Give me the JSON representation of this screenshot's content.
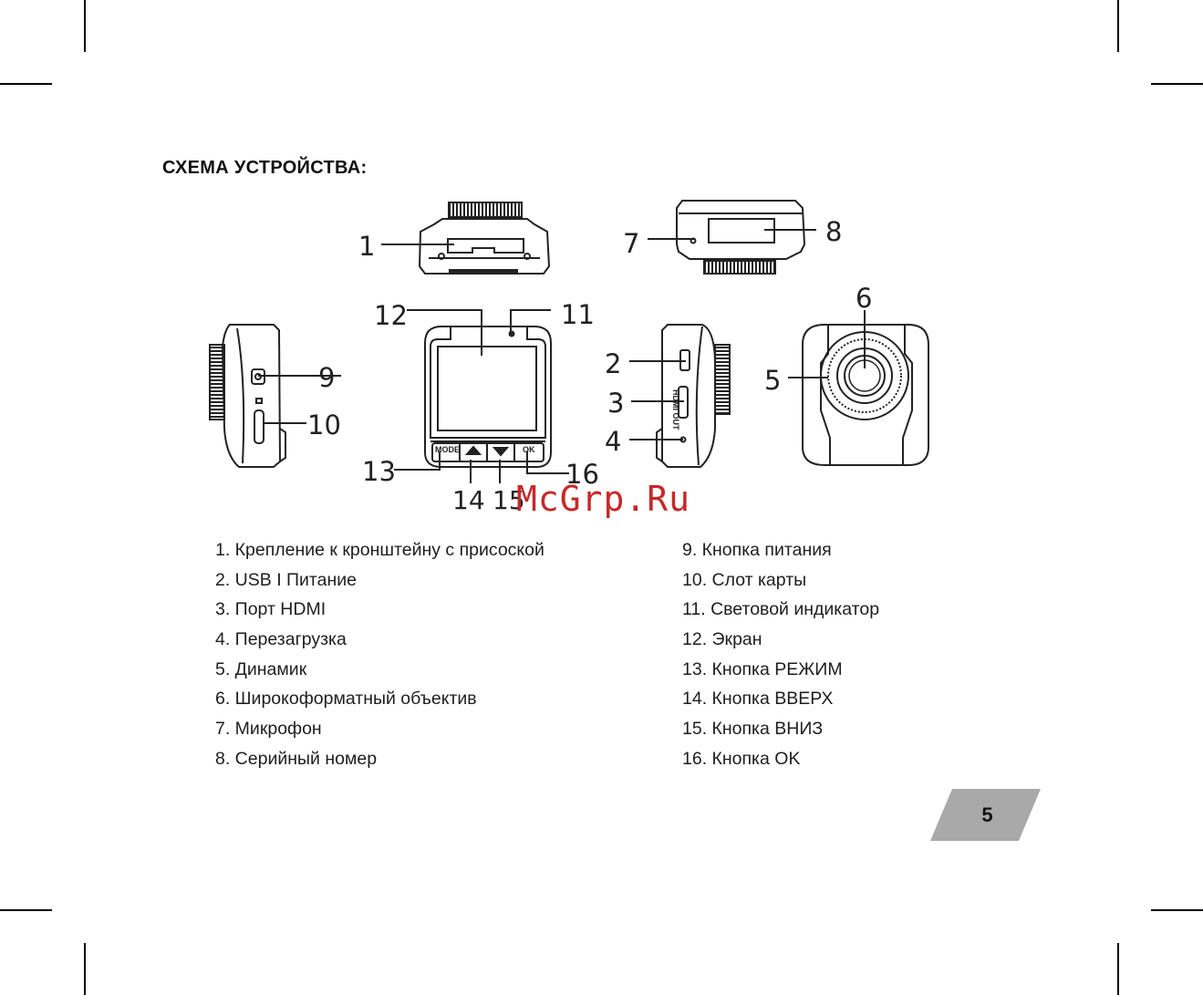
{
  "heading": "СХЕМА УСТРОЙСТВА:",
  "diagram": {
    "callouts": [
      "1",
      "2",
      "3",
      "4",
      "5",
      "6",
      "7",
      "8",
      "9",
      "10",
      "11",
      "12",
      "13",
      "14",
      "15",
      "16"
    ],
    "button_labels": {
      "mode": "MODE",
      "ok": "OK"
    },
    "port_label": "HDMI OUT"
  },
  "watermark": "McGrp.Ru",
  "legend": {
    "left": [
      "1. Крепление к кронштейну с присоской",
      "2. USB I Питание",
      "3. Порт HDMI",
      "4. Перезагрузка",
      "5. Динамик",
      "6. Широкоформатный объектив",
      "7. Микрофон",
      "8. Серийный номер"
    ],
    "right": [
      "9. Кнопка питания",
      "10. Слот карты",
      "11. Световой индикатор",
      "12. Экран",
      "13. Кнопка РЕЖИМ",
      "14. Кнопка ВВЕРХ",
      "15. Кнопка ВНИЗ",
      "16. Кнопка OK"
    ]
  },
  "page_number": "5",
  "colors": {
    "page_badge": "#a9a9a9",
    "watermark": "#c62828",
    "ink": "#1a1a1a"
  }
}
